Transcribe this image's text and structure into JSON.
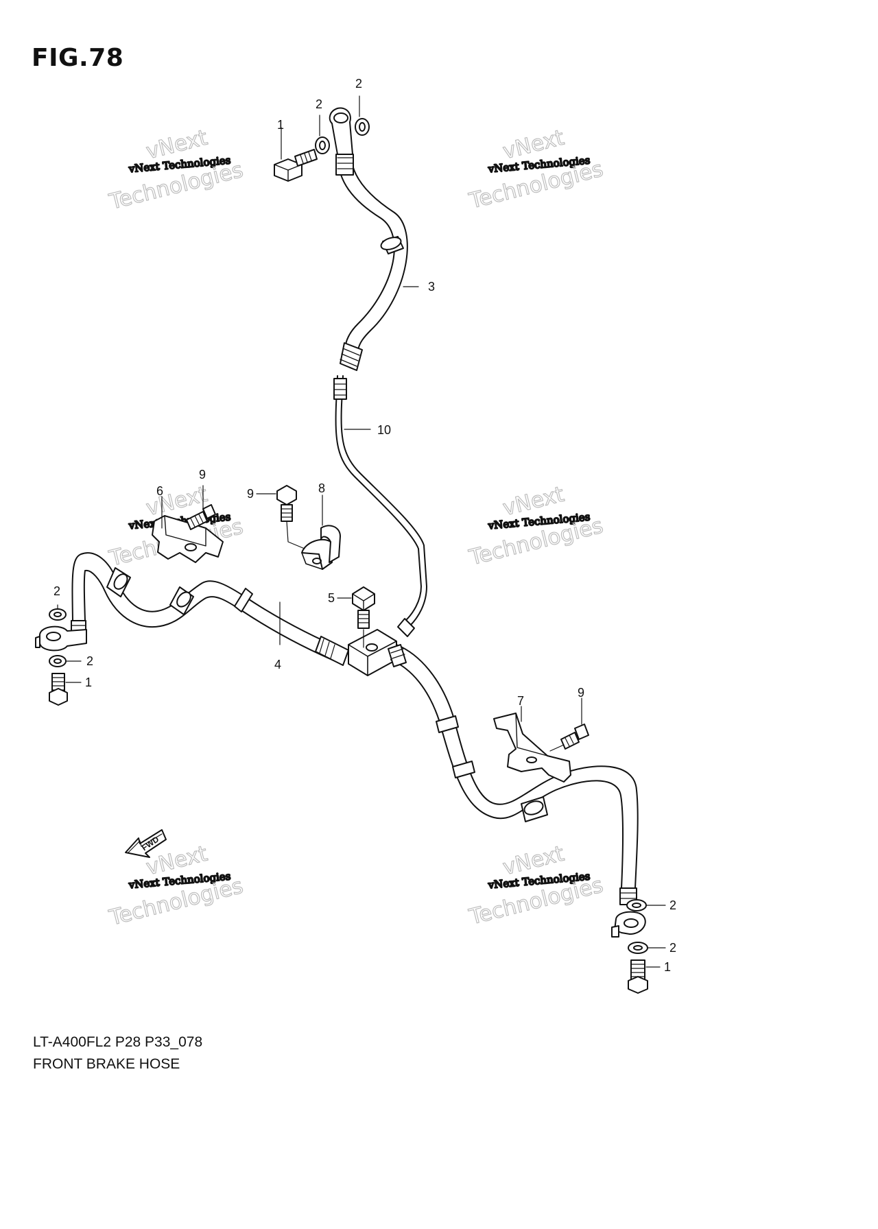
{
  "figure": {
    "title": "FIG.78",
    "model_code": "LT-A400FL2 P28 P33_078",
    "caption": "FRONT BRAKE HOSE",
    "fwd_badge": "FWD"
  },
  "watermark": {
    "line_big_1": "vNext",
    "line_small": "vNext Technologies",
    "line_big_2": "Technologies"
  },
  "callouts": [
    {
      "id": "c-1-top",
      "label": "1"
    },
    {
      "id": "c-2-top-a",
      "label": "2"
    },
    {
      "id": "c-2-top-b",
      "label": "2"
    },
    {
      "id": "c-3",
      "label": "3"
    },
    {
      "id": "c-10",
      "label": "10"
    },
    {
      "id": "c-6",
      "label": "6"
    },
    {
      "id": "c-9-left",
      "label": "9"
    },
    {
      "id": "c-9-mid",
      "label": "9"
    },
    {
      "id": "c-8",
      "label": "8"
    },
    {
      "id": "c-5",
      "label": "5"
    },
    {
      "id": "c-2-left-a",
      "label": "2"
    },
    {
      "id": "c-2-left-b",
      "label": "2"
    },
    {
      "id": "c-1-left",
      "label": "1"
    },
    {
      "id": "c-4",
      "label": "4"
    },
    {
      "id": "c-7",
      "label": "7"
    },
    {
      "id": "c-9-right",
      "label": "9"
    },
    {
      "id": "c-2-right-a",
      "label": "2"
    },
    {
      "id": "c-2-right-b",
      "label": "2"
    },
    {
      "id": "c-1-right",
      "label": "1"
    }
  ]
}
